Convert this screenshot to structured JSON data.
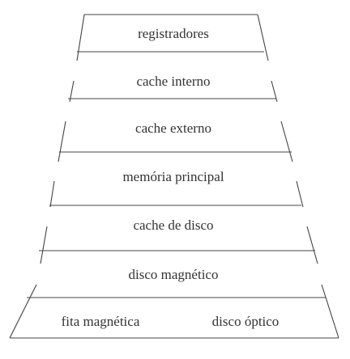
{
  "diagram": {
    "levels": [
      {
        "label": "registradores"
      },
      {
        "label": "cache interno"
      },
      {
        "label": "cache externo"
      },
      {
        "label": "memória principal"
      },
      {
        "label": "cache de disco"
      },
      {
        "label": "disco magnético"
      },
      {
        "labels": [
          "fita magnética",
          "disco óptico"
        ]
      }
    ]
  }
}
